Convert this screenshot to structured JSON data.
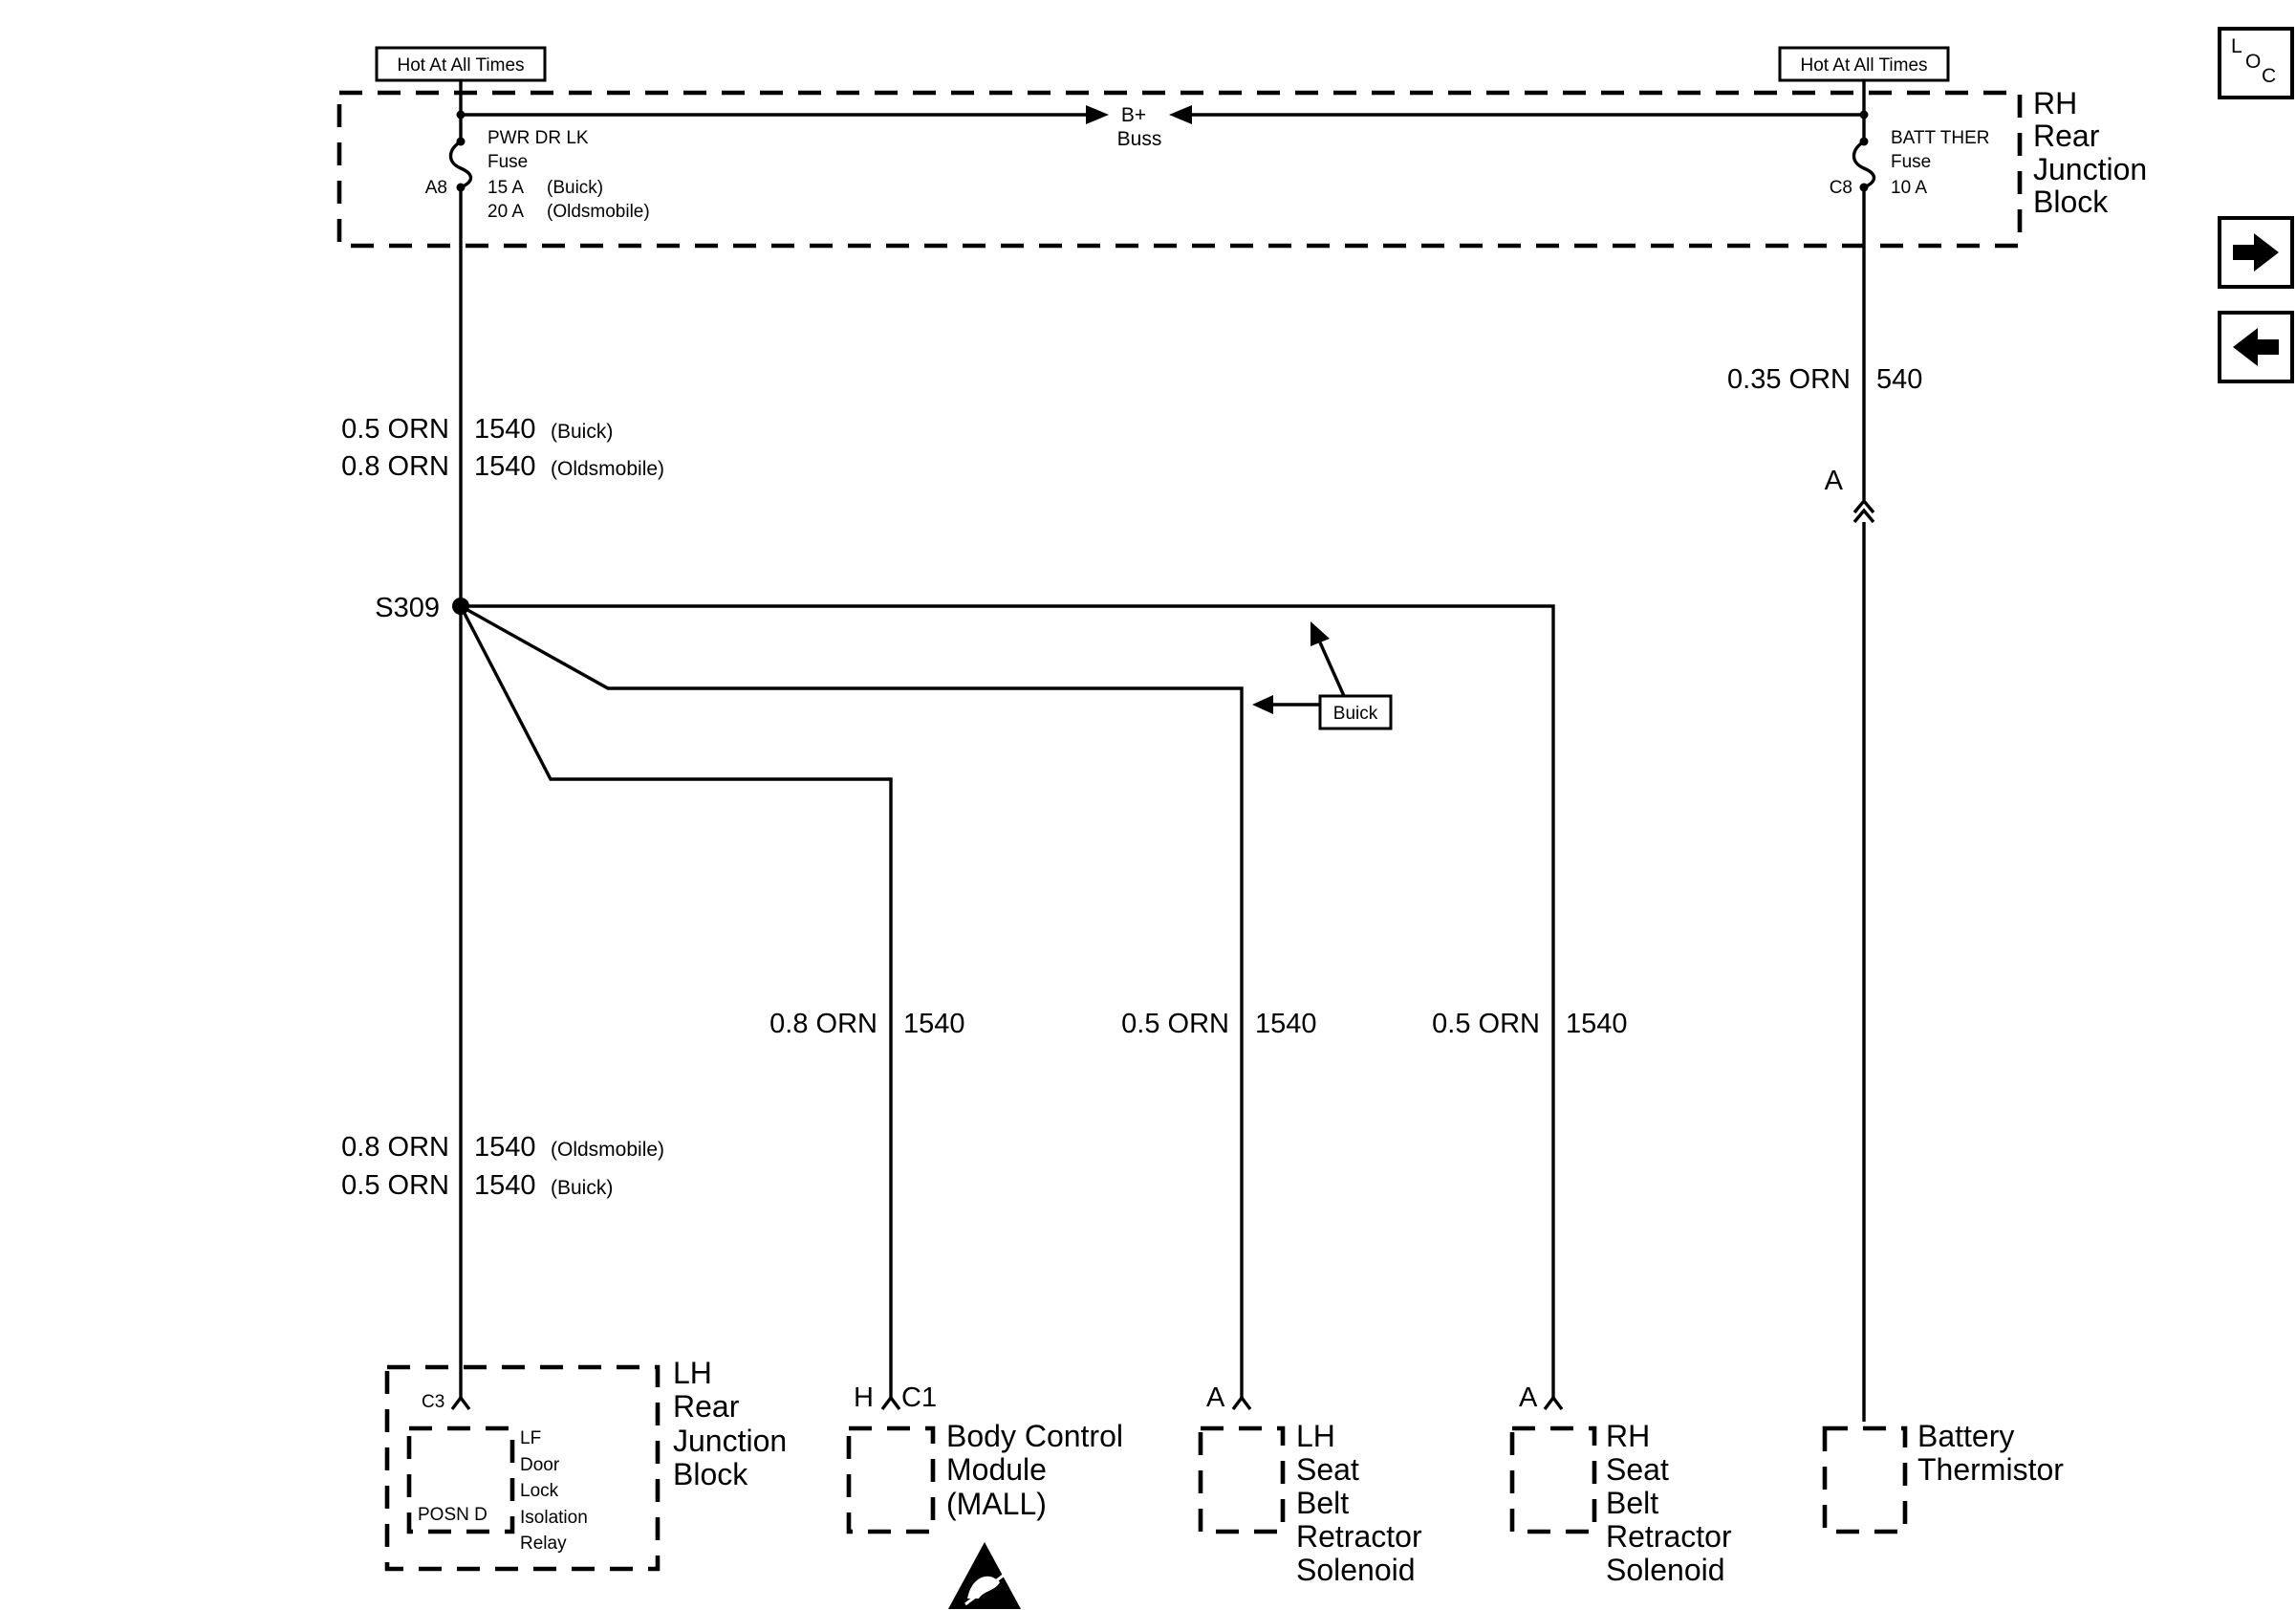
{
  "top": {
    "hot_left": "Hot At All Times",
    "hot_right": "Hot At All Times",
    "bplus": "B+",
    "buss": "Buss",
    "rh_block": [
      "RH",
      "Rear",
      "Junction",
      "Block"
    ],
    "left_fuse": {
      "cavity": "A8",
      "name": "PWR DR LK",
      "type": "Fuse",
      "rating_buick": "15 A",
      "note_buick": "(Buick)",
      "rating_olds": "20 A",
      "note_olds": "(Oldsmobile)"
    },
    "right_fuse": {
      "cavity": "C8",
      "name": "BATT THER",
      "type": "Fuse",
      "rating": "10 A"
    }
  },
  "wires": {
    "upper_left": [
      {
        "gauge": "0.5 ORN",
        "circuit": "1540",
        "note": "(Buick)"
      },
      {
        "gauge": "0.8 ORN",
        "circuit": "1540",
        "note": "(Oldsmobile)"
      }
    ],
    "lower_left": [
      {
        "gauge": "0.8 ORN",
        "circuit": "1540",
        "note": "(Oldsmobile)"
      },
      {
        "gauge": "0.5 ORN",
        "circuit": "1540",
        "note": "(Buick)"
      }
    ],
    "bcm": {
      "gauge": "0.8 ORN",
      "circuit": "1540"
    },
    "lh_seat": {
      "gauge": "0.5 ORN",
      "circuit": "1540"
    },
    "rh_seat": {
      "gauge": "0.5 ORN",
      "circuit": "1540"
    },
    "thermistor": {
      "gauge": "0.35 ORN",
      "circuit": "540"
    }
  },
  "splice": "S309",
  "buick_tag": "Buick",
  "inline_connector": "A",
  "components": {
    "lh_block": {
      "label": [
        "LH",
        "Rear",
        "Junction",
        "Block"
      ],
      "connector": "C3",
      "relay_label": [
        "LF",
        "Door",
        "Lock",
        "Isolation",
        "Relay"
      ],
      "pin": "POSN D"
    },
    "bcm": {
      "label": [
        "Body Control",
        "Module",
        "(MALL)"
      ],
      "pin": "H",
      "connector": "C1"
    },
    "lh_seat": {
      "label": [
        "LH",
        "Seat",
        "Belt",
        "Retractor",
        "Solenoid"
      ],
      "pin": "A"
    },
    "rh_seat": {
      "label": [
        "RH",
        "Seat",
        "Belt",
        "Retractor",
        "Solenoid"
      ],
      "pin": "A"
    },
    "thermistor": {
      "label": [
        "Battery",
        "Thermistor"
      ]
    }
  },
  "nav": {
    "loc_letters": [
      "L",
      "O",
      "C"
    ],
    "next_icon": "right-arrow-icon",
    "prev_icon": "left-arrow-icon"
  }
}
